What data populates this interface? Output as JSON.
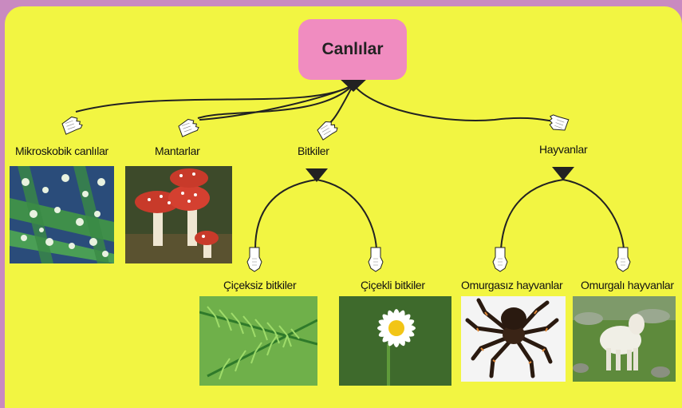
{
  "root": {
    "label": "Canlılar"
  },
  "categories": [
    {
      "id": "micro",
      "label": "Mikroskobik canlılar",
      "image_icon": "microscopic-organisms-photo"
    },
    {
      "id": "fungi",
      "label": "Mantarlar",
      "image_icon": "mushroom-photo"
    },
    {
      "id": "plants",
      "label": "Bitkiler"
    },
    {
      "id": "animals",
      "label": "Hayvanlar"
    }
  ],
  "plant_types": [
    {
      "id": "flowerless",
      "label": "Çiçeksiz bitkiler",
      "image_icon": "fern-photo"
    },
    {
      "id": "flowering",
      "label": "Çiçekli bitkiler",
      "image_icon": "daisy-photo"
    }
  ],
  "animal_types": [
    {
      "id": "invertebrates",
      "label": "Omurgasız hayvanlar",
      "image_icon": "tarantula-photo"
    },
    {
      "id": "vertebrates",
      "label": "Omurgalı hayvanlar",
      "image_icon": "lamb-photo"
    }
  ],
  "colors": {
    "frame": "#c98ac0",
    "background": "#f2f542",
    "root_box": "#f08cc0",
    "connector": "#222222"
  }
}
